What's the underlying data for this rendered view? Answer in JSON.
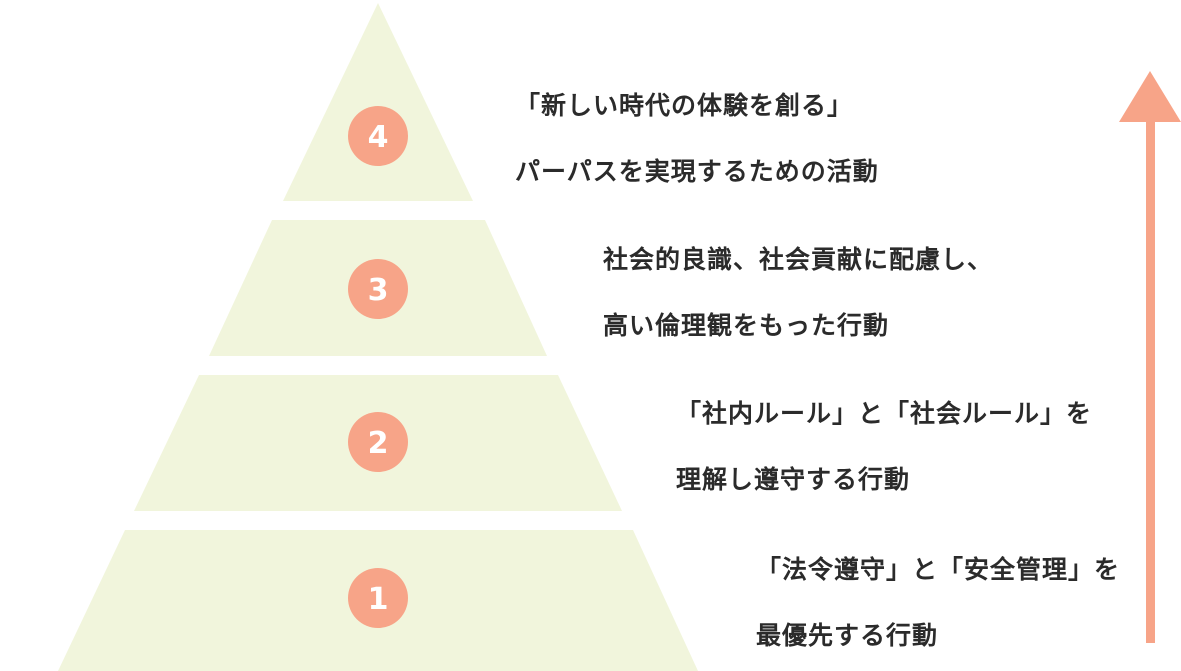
{
  "colors": {
    "tier_fill": "#f1f5dc",
    "badge": "#f7a488",
    "badge_text": "#ffffff",
    "arrow": "#f7a488",
    "text": "#2b2b2b"
  },
  "levels": [
    {
      "number": "4",
      "line1": "「新しい時代の体験を創る」",
      "line2": "パーパスを実現するための活動"
    },
    {
      "number": "3",
      "line1": "社会的良識、社会貢献に配慮し、",
      "line2": "高い倫理観をもった行動"
    },
    {
      "number": "2",
      "line1": "「社内ルール」と「社会ルール」を",
      "line2": "理解し遵守する行動"
    },
    {
      "number": "1",
      "line1": "「法令遵守」と「安全管理」を",
      "line2": "最優先する行動"
    }
  ],
  "arrow": {
    "icon": "up-arrow-icon"
  }
}
